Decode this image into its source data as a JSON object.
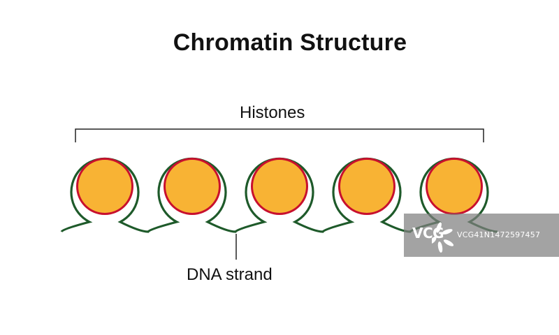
{
  "title": "Chromatin Structure",
  "labels": {
    "histones": "Histones",
    "dna_strand": "DNA strand"
  },
  "histone_count": 5,
  "colors": {
    "histone_fill": "#f8b334",
    "histone_ring": "#c8102e",
    "dna_strand": "#1e5a2a",
    "bracket": "#222222",
    "text": "#111111"
  },
  "watermark": {
    "logo_text": "VCG",
    "id_text": "VCG41N1472597457"
  }
}
